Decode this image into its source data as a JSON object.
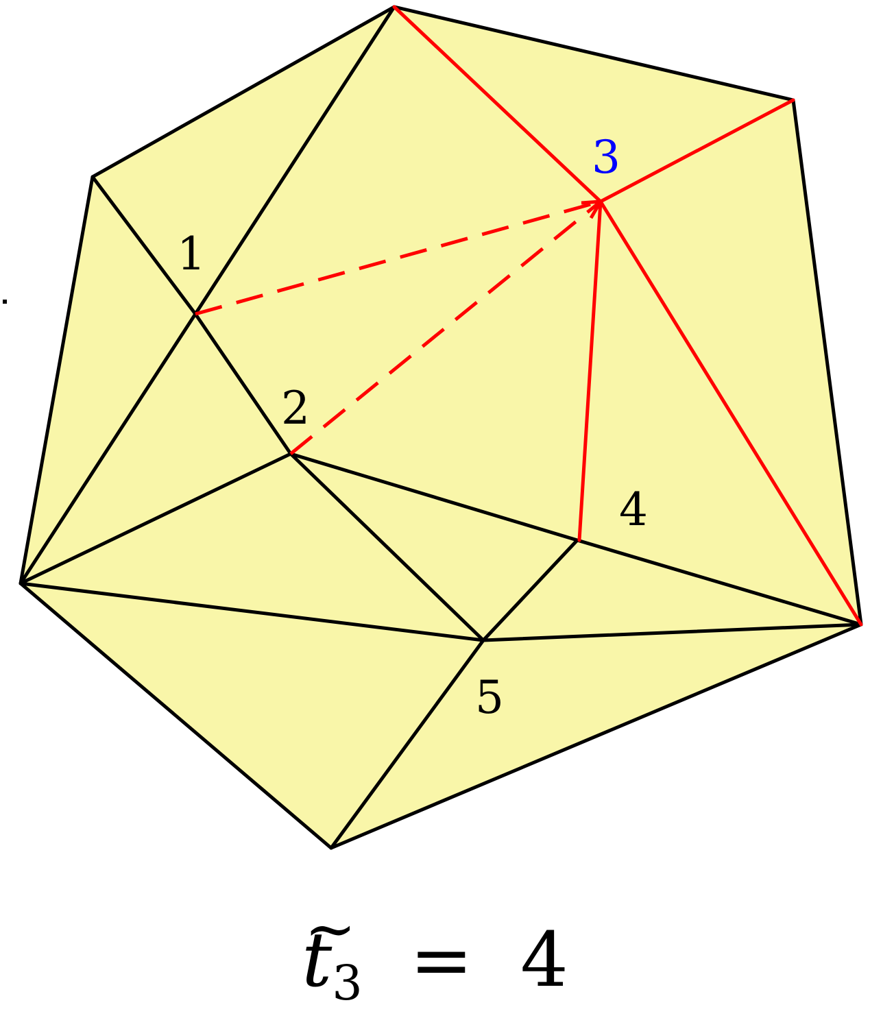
{
  "diagram": {
    "fill_color": "#f9f6a9",
    "edge_color": "#000000",
    "highlight_color": "#ff0000",
    "highlight_label_color": "#0000ff",
    "vertex_labels": [
      {
        "id": "v1",
        "text": "1"
      },
      {
        "id": "v2",
        "text": "2"
      },
      {
        "id": "v3",
        "text": "3",
        "highlight": true
      },
      {
        "id": "v4",
        "text": "4"
      },
      {
        "id": "v5",
        "text": "5"
      }
    ]
  },
  "caption": {
    "variable": "t",
    "accent": "~",
    "subscript": "3",
    "operator": "=",
    "value": "4"
  }
}
